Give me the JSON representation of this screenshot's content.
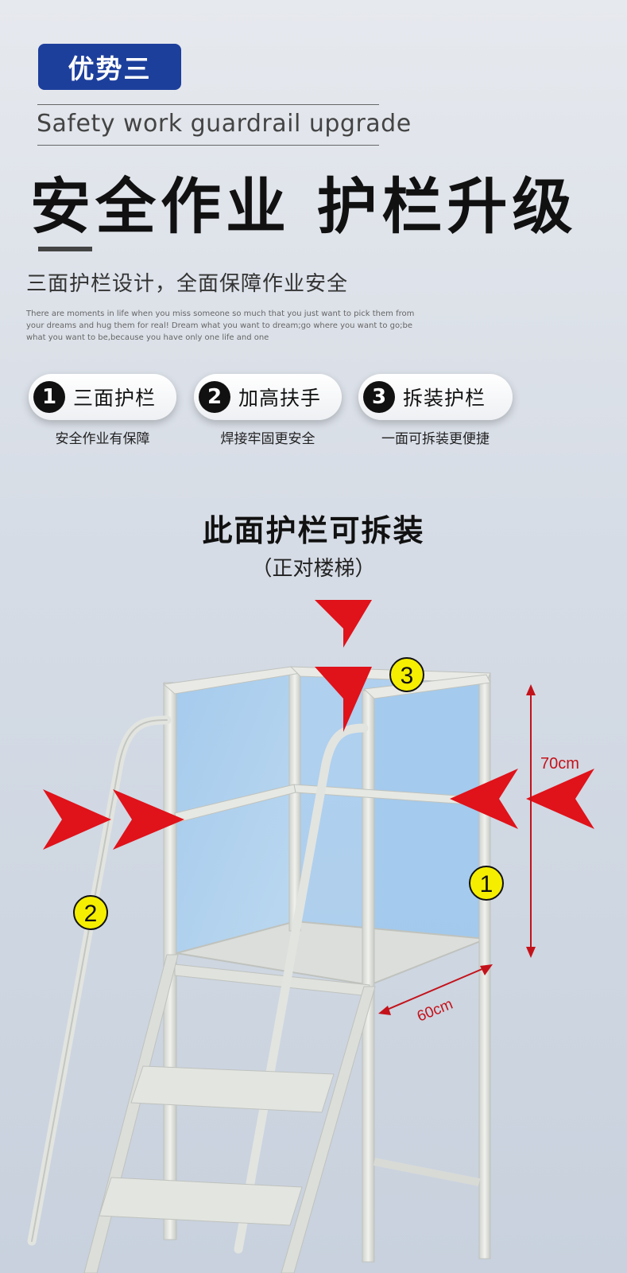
{
  "badge": {
    "label": "优势三"
  },
  "header": {
    "english_title": "Safety work guardrail upgrade",
    "chinese_title": "安全作业 护栏升级",
    "subtitle": "三面护栏设计，全面保障作业安全",
    "small_text": "There are moments in life when you miss someone so much that you just want to pick them from your dreams and hug them for real! Dream what you want to dream;go where you want to go;be what you want to be,because you have only one life and one"
  },
  "features": [
    {
      "number": "1",
      "label": "三面护栏",
      "caption": "安全作业有保障"
    },
    {
      "number": "2",
      "label": "加高扶手",
      "caption": "焊接牢固更安全"
    },
    {
      "number": "3",
      "label": "拆装护栏",
      "caption": "一面可拆装更便捷"
    }
  ],
  "diagram": {
    "callout_title": "此面护栏可拆装",
    "callout_sub": "（正对楼梯）",
    "height_label": "70cm",
    "width_label": "60cm",
    "marker_1": "1",
    "marker_2": "2",
    "marker_3": "3",
    "colors": {
      "arrow": "#e0121a",
      "marker": "#f5ee00",
      "glass": "#a9cff0",
      "frame": "#e4e6e2"
    }
  }
}
